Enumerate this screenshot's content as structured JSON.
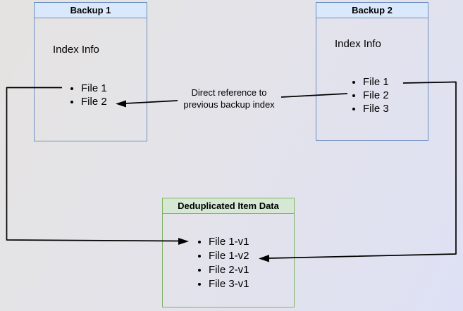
{
  "palette": {
    "blue_fill": "#dae8fc",
    "blue_border": "#6c8ebf",
    "green_fill": "#d5e8d4",
    "green_border": "#82b366",
    "connector": "#000000",
    "bg_top_left": "#e5e3e1",
    "bg_bottom_right": "#dee1f5"
  },
  "backup1": {
    "title": "Backup 1",
    "section_label": "Index Info",
    "items": [
      "File 1",
      "File 2"
    ]
  },
  "backup2": {
    "title": "Backup 2",
    "section_label": "Index Info",
    "items": [
      "File 1",
      "File 2",
      "File 3"
    ]
  },
  "dedup": {
    "title": "Deduplicated Item Data",
    "items": [
      "File 1-v1",
      "File 1-v2",
      "File 2-v1",
      "File 3-v1"
    ]
  },
  "edge_label": {
    "line1": "Direct reference to",
    "line2": "previous backup index"
  }
}
